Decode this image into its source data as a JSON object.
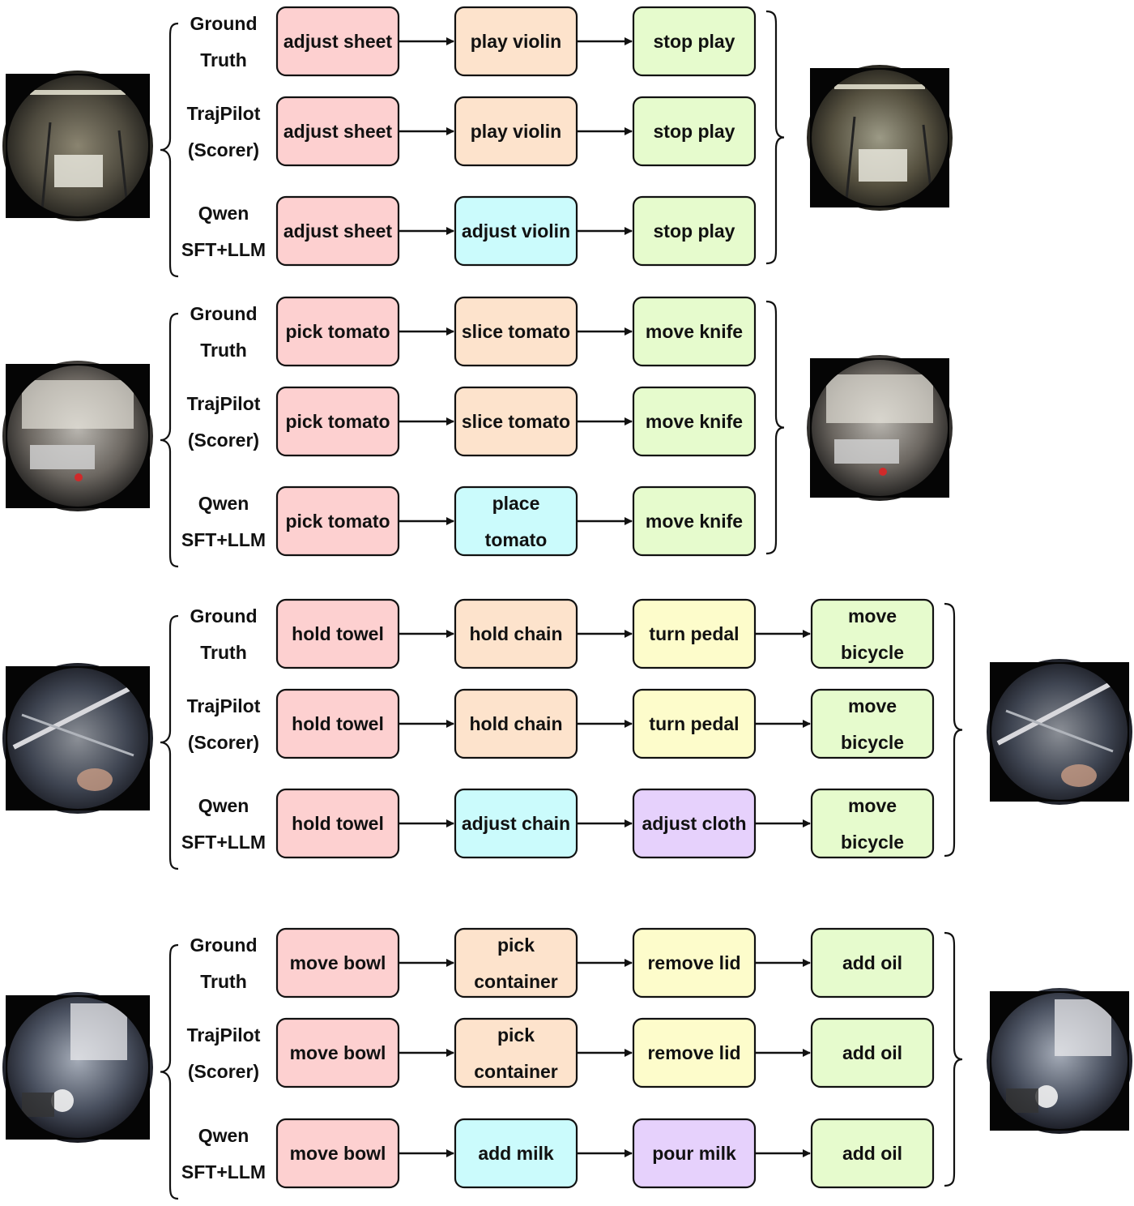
{
  "colors": {
    "stroke": "#111111",
    "pink": "#fdd0d0",
    "peach": "#fde3cc",
    "green": "#e6fbcd",
    "cyan": "#cbfbfc",
    "yellow": "#fdfccb",
    "purple": "#e6d1fc"
  },
  "blocks": [
    {
      "start_image": "egocentric fisheye photo: two people in a music room, violinist with sheet music stand",
      "end_image": "egocentric fisheye photo: violin in hands facing music stand",
      "rows": [
        {
          "label": [
            "Ground",
            "Truth"
          ],
          "steps": [
            {
              "text": [
                "adjust sheet"
              ],
              "color": "pink"
            },
            {
              "text": [
                "play violin"
              ],
              "color": "peach"
            },
            {
              "text": [
                "stop play"
              ],
              "color": "green"
            }
          ]
        },
        {
          "label": [
            "TrajPilot",
            "(Scorer)"
          ],
          "steps": [
            {
              "text": [
                "adjust sheet"
              ],
              "color": "pink"
            },
            {
              "text": [
                "play violin"
              ],
              "color": "peach"
            },
            {
              "text": [
                "stop play"
              ],
              "color": "green"
            }
          ]
        },
        {
          "label": [
            "Qwen",
            "SFT+LLM"
          ],
          "steps": [
            {
              "text": [
                "adjust sheet"
              ],
              "color": "pink"
            },
            {
              "text": [
                "adjust violin"
              ],
              "color": "cyan"
            },
            {
              "text": [
                "stop play"
              ],
              "color": "green"
            }
          ]
        }
      ]
    },
    {
      "start_image": "egocentric fisheye photo: kitchen counter with gas stove and tomato",
      "end_image": "egocentric fisheye photo: kitchen with stove and shelves",
      "rows": [
        {
          "label": [
            "Ground",
            "Truth"
          ],
          "steps": [
            {
              "text": [
                "pick tomato"
              ],
              "color": "pink"
            },
            {
              "text": [
                "slice tomato"
              ],
              "color": "peach"
            },
            {
              "text": [
                "move knife"
              ],
              "color": "green"
            }
          ]
        },
        {
          "label": [
            "TrajPilot",
            "(Scorer)"
          ],
          "steps": [
            {
              "text": [
                "pick tomato"
              ],
              "color": "pink"
            },
            {
              "text": [
                "slice tomato"
              ],
              "color": "peach"
            },
            {
              "text": [
                "move knife"
              ],
              "color": "green"
            }
          ]
        },
        {
          "label": [
            "Qwen",
            "SFT+LLM"
          ],
          "steps": [
            {
              "text": [
                "pick tomato"
              ],
              "color": "pink"
            },
            {
              "text": [
                "place",
                "tomato"
              ],
              "color": "cyan"
            },
            {
              "text": [
                "move knife"
              ],
              "color": "green"
            }
          ]
        }
      ]
    },
    {
      "start_image": "egocentric fisheye photo: bicycle frame and hands holding towel",
      "end_image": "egocentric fisheye photo: bicycle chain and pedal being turned",
      "rows": [
        {
          "label": [
            "Ground",
            "Truth"
          ],
          "steps": [
            {
              "text": [
                "hold towel"
              ],
              "color": "pink"
            },
            {
              "text": [
                "hold chain"
              ],
              "color": "peach"
            },
            {
              "text": [
                "turn pedal"
              ],
              "color": "yellow"
            },
            {
              "text": [
                "move",
                "bicycle"
              ],
              "color": "green"
            }
          ]
        },
        {
          "label": [
            "TrajPilot",
            "(Scorer)"
          ],
          "steps": [
            {
              "text": [
                "hold towel"
              ],
              "color": "pink"
            },
            {
              "text": [
                "hold chain"
              ],
              "color": "peach"
            },
            {
              "text": [
                "turn pedal"
              ],
              "color": "yellow"
            },
            {
              "text": [
                "move",
                "bicycle"
              ],
              "color": "green"
            }
          ]
        },
        {
          "label": [
            "Qwen",
            "SFT+LLM"
          ],
          "steps": [
            {
              "text": [
                "hold towel"
              ],
              "color": "pink"
            },
            {
              "text": [
                "adjust chain"
              ],
              "color": "cyan"
            },
            {
              "text": [
                "adjust cloth"
              ],
              "color": "purple"
            },
            {
              "text": [
                "move",
                "bicycle"
              ],
              "color": "green"
            }
          ]
        }
      ]
    },
    {
      "start_image": "egocentric fisheye photo: kitchen counter with bowls and containers",
      "end_image": "egocentric fisheye photo: stovetop with pans and oil bottle",
      "rows": [
        {
          "label": [
            "Ground",
            "Truth"
          ],
          "steps": [
            {
              "text": [
                "move bowl"
              ],
              "color": "pink"
            },
            {
              "text": [
                "pick",
                "container"
              ],
              "color": "peach"
            },
            {
              "text": [
                "remove lid"
              ],
              "color": "yellow"
            },
            {
              "text": [
                "add oil"
              ],
              "color": "green"
            }
          ]
        },
        {
          "label": [
            "TrajPilot",
            "(Scorer)"
          ],
          "steps": [
            {
              "text": [
                "move bowl"
              ],
              "color": "pink"
            },
            {
              "text": [
                "pick",
                "container"
              ],
              "color": "peach"
            },
            {
              "text": [
                "remove lid"
              ],
              "color": "yellow"
            },
            {
              "text": [
                "add oil"
              ],
              "color": "green"
            }
          ]
        },
        {
          "label": [
            "Qwen",
            "SFT+LLM"
          ],
          "steps": [
            {
              "text": [
                "move bowl"
              ],
              "color": "pink"
            },
            {
              "text": [
                "add milk"
              ],
              "color": "cyan"
            },
            {
              "text": [
                "pour milk"
              ],
              "color": "purple"
            },
            {
              "text": [
                "add oil"
              ],
              "color": "green"
            }
          ]
        }
      ]
    }
  ]
}
